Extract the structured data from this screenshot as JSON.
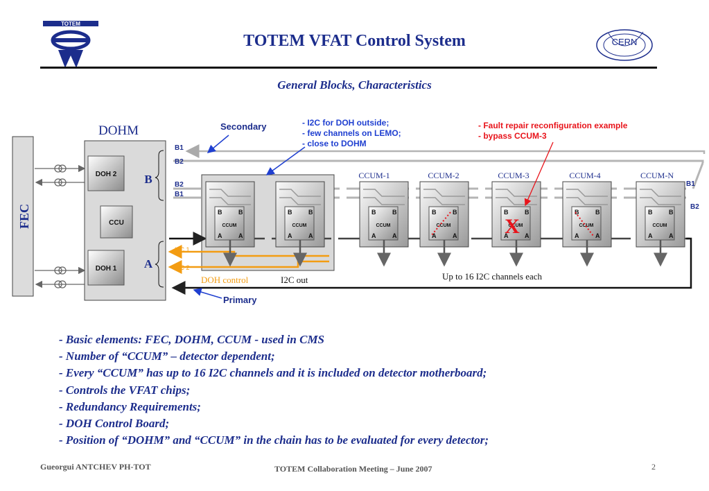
{
  "slide": {
    "title": "TOTEM VFAT Control System",
    "subtitle": "General Blocks, Characteristics",
    "logo_left_text": "TOTEM",
    "logo_right_text": "CERN"
  },
  "diagram": {
    "fec_label": "FEC",
    "dohm_title": "DOHM",
    "doh2_label": "DOH 2",
    "ccu_label": "CCU",
    "doh1_label": "DOH 1",
    "ring_b_label": "B",
    "ring_a_label": "A",
    "b1_label": "B1",
    "b2_label": "B2",
    "i2c1_label": "I2C 1",
    "i2c2_label": "I2C 2",
    "secondary_label": "Secondary",
    "primary_label": "Primary",
    "doh_outside_notes": [
      "- I2C for DOH outside;",
      "- few channels on LEMO;",
      "- close to DOHM"
    ],
    "fault_notes": [
      "- Fault repair reconfiguration example",
      "- bypass CCUM-3"
    ],
    "ccum_labels": [
      "CCUM-1",
      "CCUM-2",
      "CCUM-3",
      "CCUM-4",
      "CCUM-N"
    ],
    "ccum_inner": "CCUM",
    "port_b": "B",
    "port_a": "A",
    "fault_mark": "X",
    "doh_control_label": "DOH control",
    "i2c_out_label": "I2C out",
    "channels_label": "Up to 16 I2C channels each",
    "colors": {
      "blue": "#1c2d8c",
      "red": "#e8141b",
      "orange": "#f39c12",
      "arrow_blue": "#1f3fd0"
    }
  },
  "bullets": [
    "- Basic elements: FEC, DOHM, CCUM  - used in CMS",
    "- Number of “CCUM” – detector dependent;",
    "- Every “CCUM” has up to 16 I2C channels and it is included on detector motherboard;",
    "- Controls the VFAT chips;",
    "- Redundancy Requirements;",
    "- DOH Control Board;",
    "- Position of  “DOHM” and “CCUM” in the chain has to be evaluated for every detector;"
  ],
  "footer": {
    "author": "Gueorgui ANTCHEV    PH-TOT",
    "event": "TOTEM Collaboration Meeting – June 2007",
    "page": "2"
  }
}
